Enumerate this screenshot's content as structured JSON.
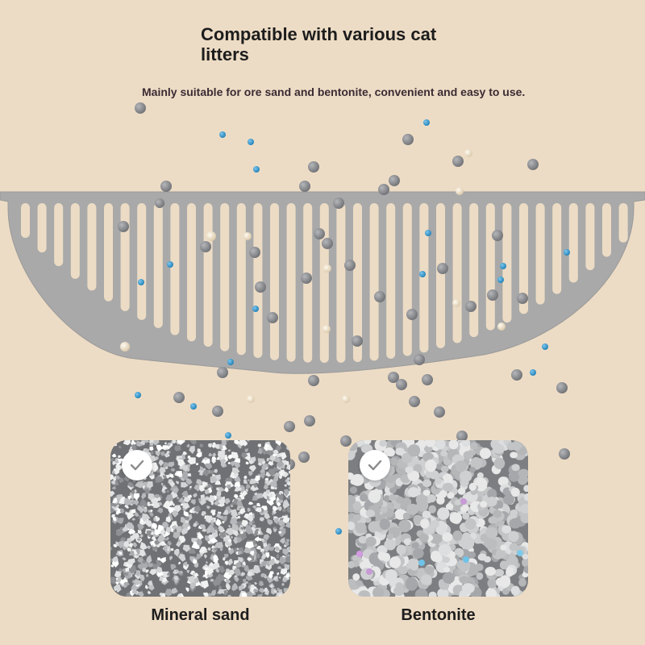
{
  "header": {
    "title": "Compatible with various cat litters",
    "subtitle": "Mainly suitable for ore sand and bentonite, convenient and easy to use."
  },
  "litters": [
    {
      "label": "Mineral sand",
      "selected": true,
      "icon": "checkmark-icon"
    },
    {
      "label": "Bentonite",
      "selected": true,
      "icon": "checkmark-icon"
    }
  ],
  "colors": {
    "background": "#eddcc5",
    "scoop": "#a9a9a9",
    "granule_gray": "#8b8d91",
    "granule_blue": "#3b9fd3",
    "granule_cream": "#f2e6cf"
  }
}
